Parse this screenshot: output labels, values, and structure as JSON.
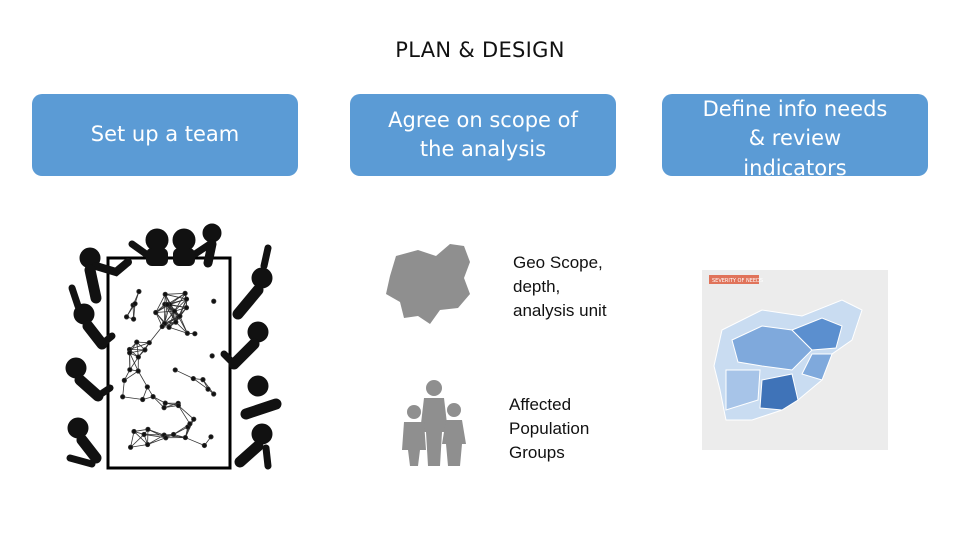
{
  "title": "PLAN & DESIGN",
  "steps": [
    {
      "id": "setup",
      "lines": [
        "Set up a team"
      ]
    },
    {
      "id": "scope",
      "lines": [
        "Agree on scope of",
        "the analysis"
      ]
    },
    {
      "id": "info",
      "lines": [
        "Define info needs",
        "& review",
        "indicators"
      ]
    }
  ],
  "scope_items": [
    {
      "icon": "country-map-icon",
      "lines": [
        "Geo Scope,",
        "depth,",
        "analysis unit"
      ]
    },
    {
      "icon": "family-icon",
      "lines": [
        "Affected",
        "Population",
        "Groups"
      ]
    }
  ],
  "map_legend": "SEVERITY OF NEEDS",
  "colors": {
    "box": "#5b9bd5",
    "box_text": "#ffffff",
    "silhouette": "#8f8f8f",
    "map_light": "#c9dcf1",
    "map_mid": "#7fa9dc",
    "map_dark": "#3f73b8",
    "map_legend": "#e0735a"
  }
}
